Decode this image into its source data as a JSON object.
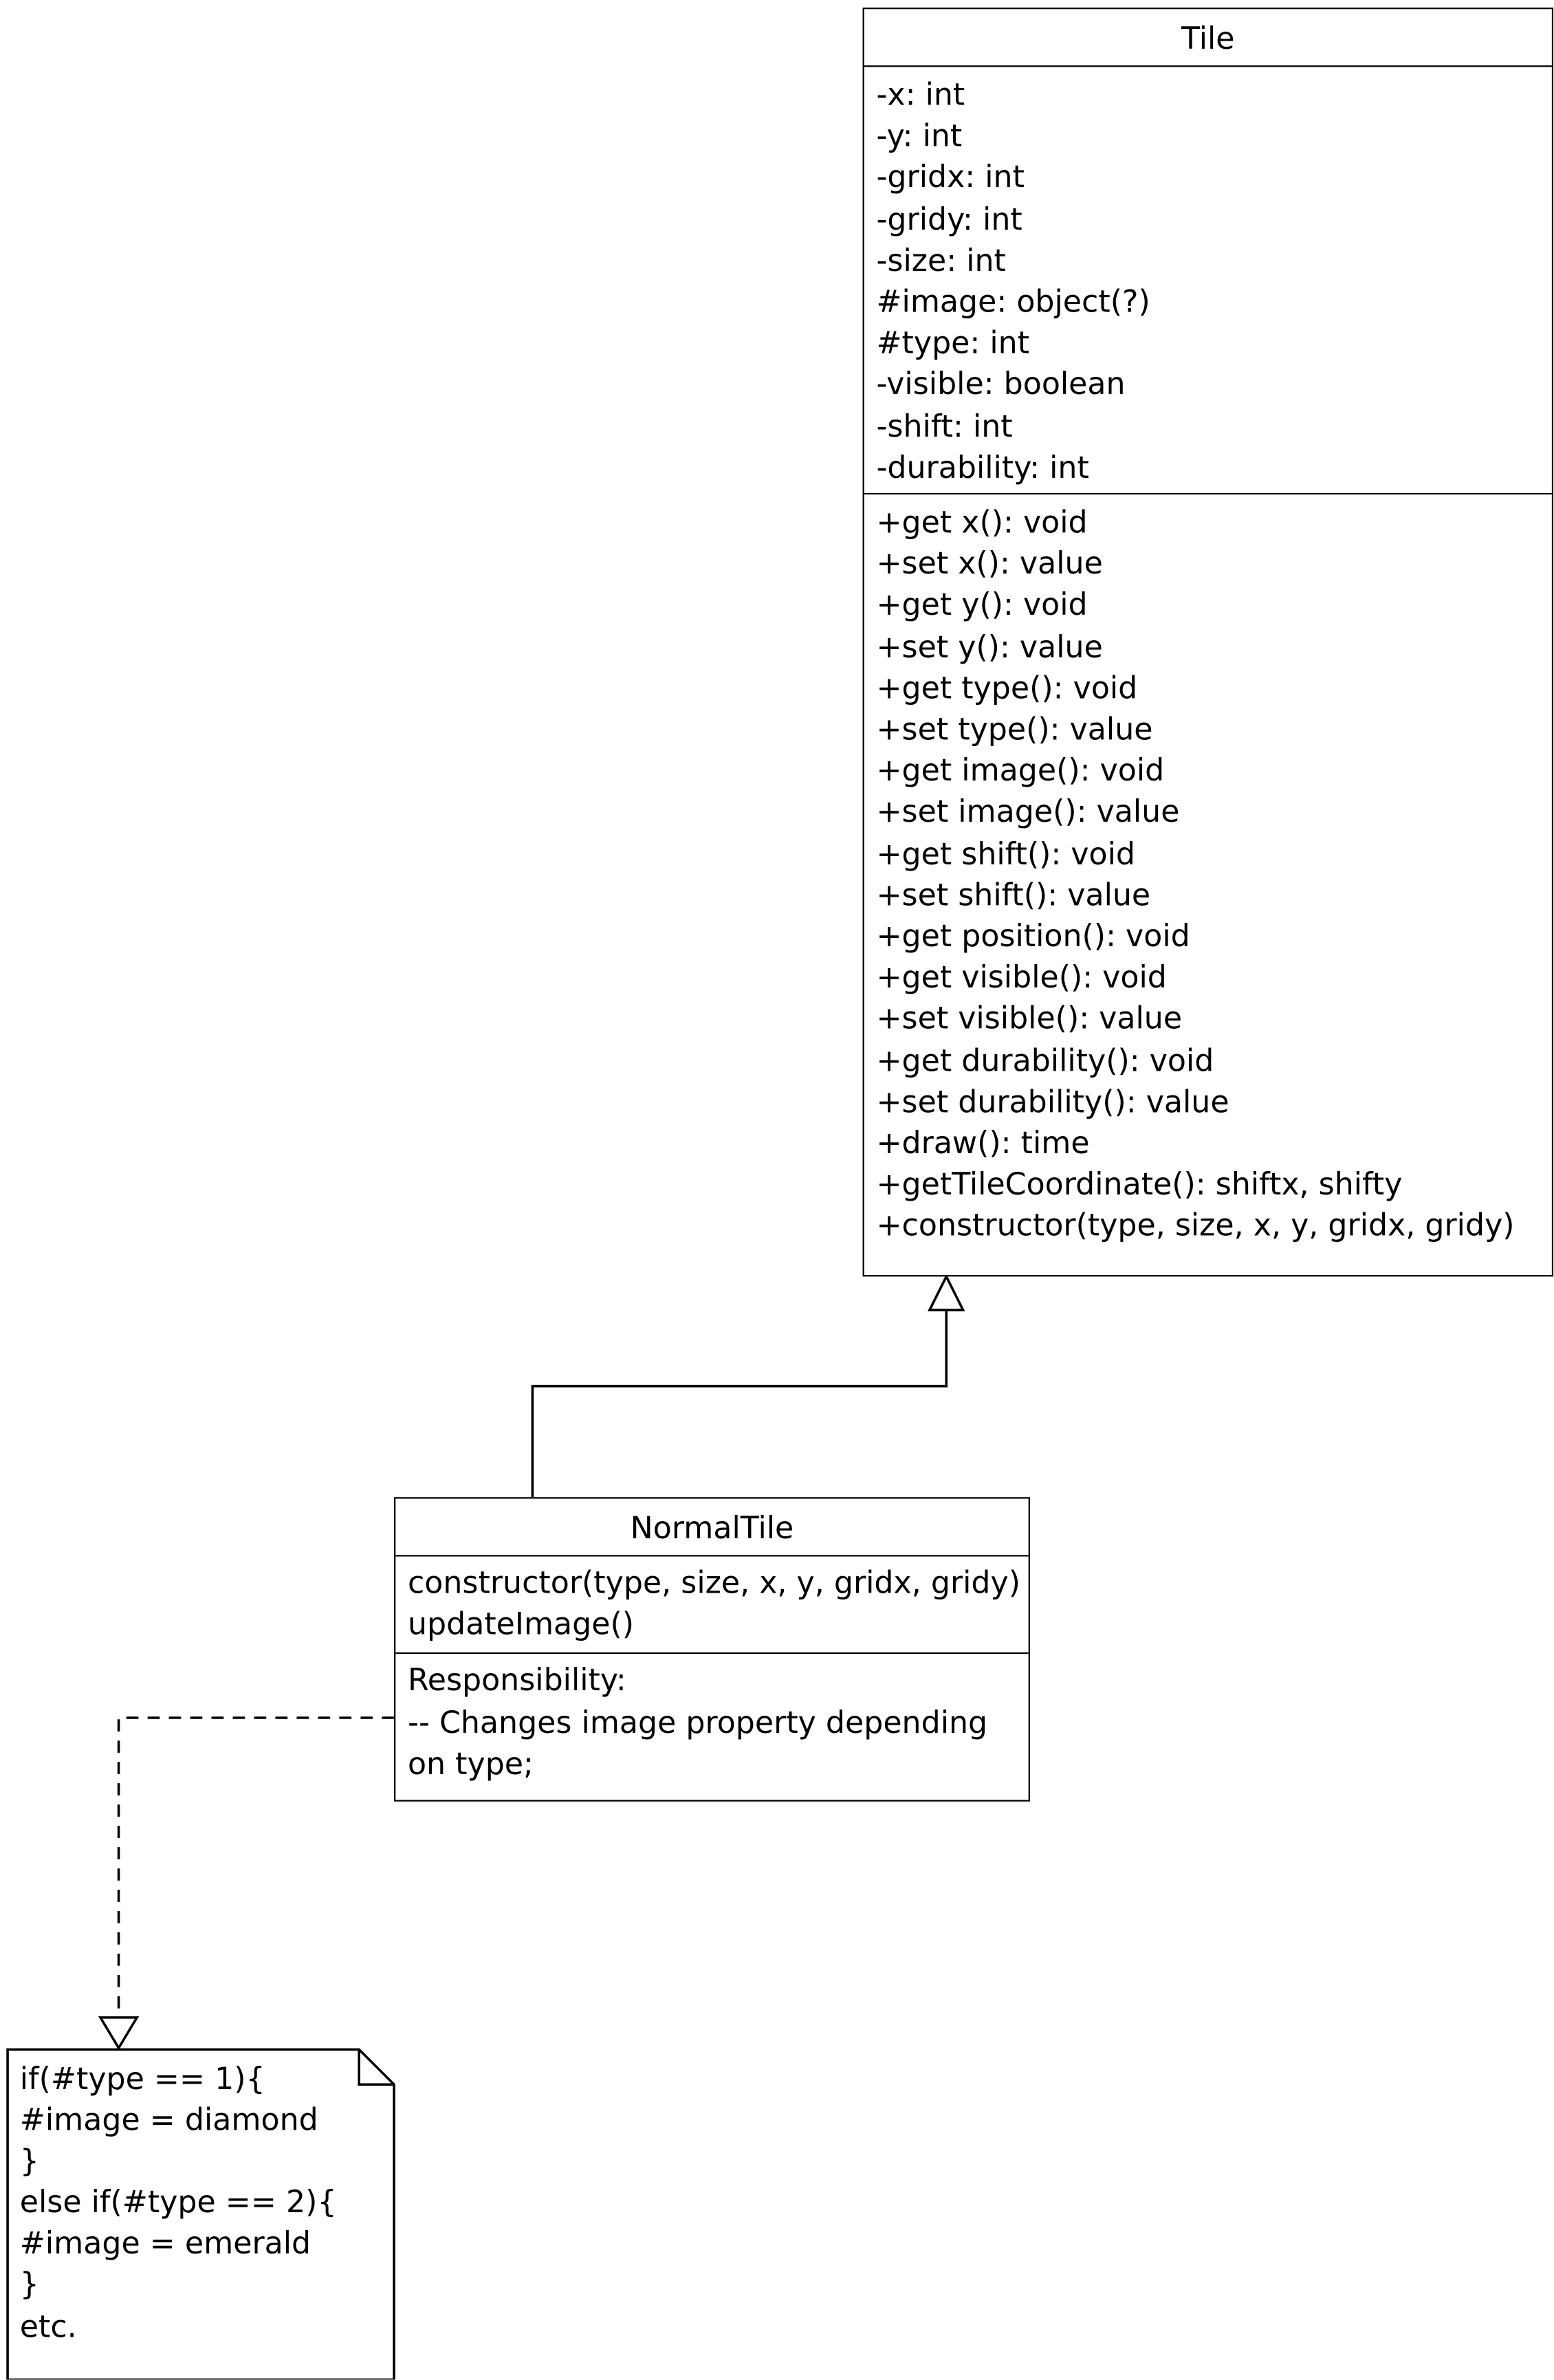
{
  "tile_class": {
    "name": "Tile",
    "attributes": [
      "-x: int",
      "-y: int",
      "-gridx: int",
      "-gridy: int",
      "-size: int",
      "#image: object(?)",
      "#type: int",
      "-visible: boolean",
      "-shift: int",
      "-durability: int"
    ],
    "methods": [
      "+get x(): void",
      "+set x(): value",
      "+get y(): void",
      "+set y(): value",
      "+get type(): void",
      "+set type(): value",
      "+get image(): void",
      "+set image(): value",
      "+get shift(): void",
      "+set shift(): value",
      "+get position(): void",
      "+get visible(): void",
      "+set visible(): value",
      "+get durability(): void",
      "+set durability(): value",
      "+draw(): time",
      "+getTileCoordinate(): shiftx, shifty",
      "+constructor(type, size, x, y, gridx, gridy)"
    ]
  },
  "normal_tile_class": {
    "name": "NormalTile",
    "operations": [
      "constructor(type, size, x, y, gridx, gridy)",
      "updateImage()"
    ],
    "responsibility": [
      "Responsibility:",
      "-- Changes image property depending",
      "on type;"
    ]
  },
  "note": {
    "lines": [
      "if(#type == 1){",
      "#image = diamond",
      "}",
      "else if(#type == 2){",
      "#image = emerald",
      "}",
      "etc."
    ]
  },
  "relations": [
    {
      "type": "generalization",
      "from": "NormalTile",
      "to": "Tile"
    },
    {
      "type": "dependency",
      "from": "NormalTile",
      "to": "note"
    }
  ]
}
